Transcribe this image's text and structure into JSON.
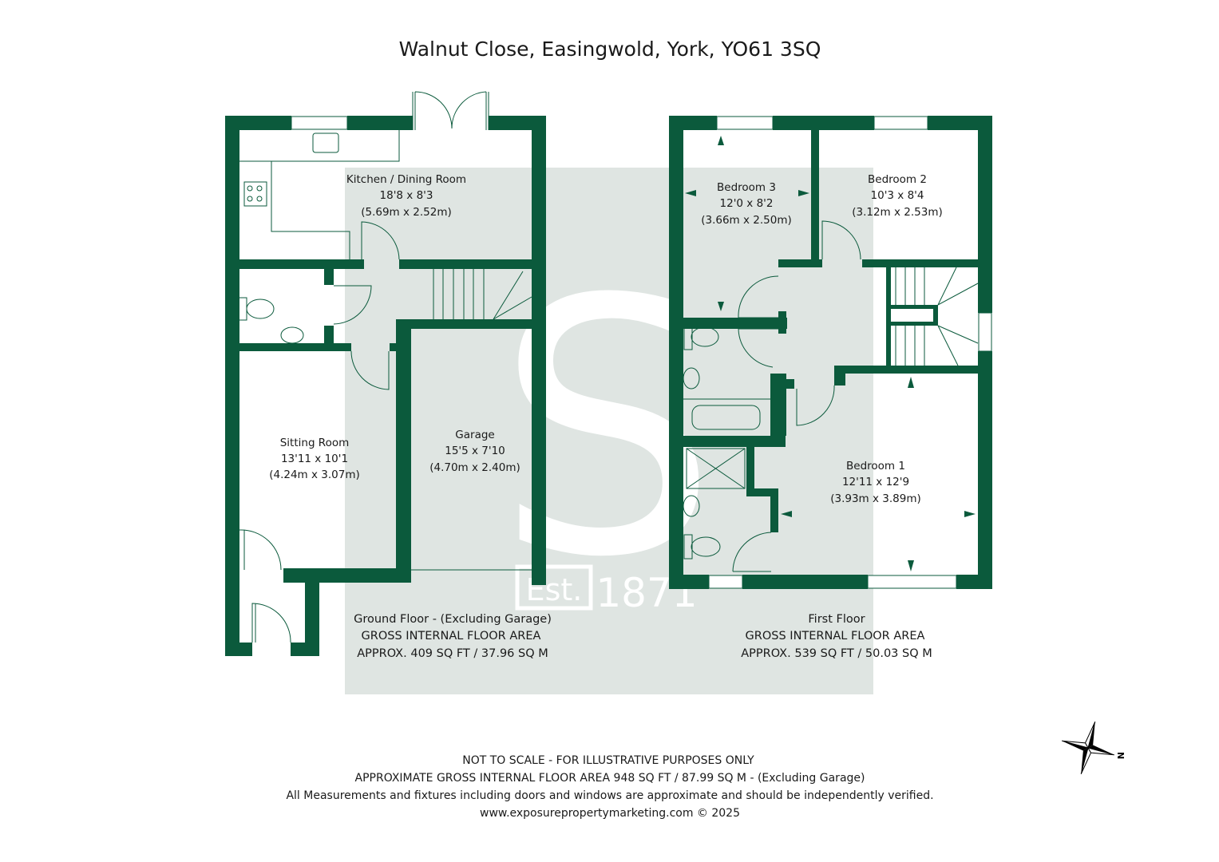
{
  "title": "Walnut Close, Easingwold, York, YO61 3SQ",
  "colors": {
    "wall": "#0b5a3c",
    "watermark": "#dfe5e2"
  },
  "watermark": {
    "letter": "S",
    "est": "Est.",
    "year": "1871"
  },
  "ground_floor": {
    "rooms": [
      {
        "name": "Kitchen / Dining Room",
        "imperial": "18'8 x 8'3",
        "metric": "(5.69m x 2.52m)"
      },
      {
        "name": "Sitting Room",
        "imperial": "13'11 x 10'1",
        "metric": "(4.24m x 3.07m)"
      },
      {
        "name": "Garage",
        "imperial": "15'5 x 7'10",
        "metric": "(4.70m x 2.40m)"
      }
    ],
    "label": "Ground Floor - (Excluding Garage)",
    "gia": "GROSS INTERNAL FLOOR AREA",
    "approx": "APPROX. 409 SQ FT / 37.96 SQ M"
  },
  "first_floor": {
    "rooms": [
      {
        "name": "Bedroom 3",
        "imperial": "12'0 x 8'2",
        "metric": "(3.66m x 2.50m)"
      },
      {
        "name": "Bedroom 2",
        "imperial": "10'3 x 8'4",
        "metric": "(3.12m x 2.53m)"
      },
      {
        "name": "Bedroom 1",
        "imperial": "12'11 x 12'9",
        "metric": "(3.93m x 3.89m)"
      }
    ],
    "label": "First Floor",
    "gia": "GROSS INTERNAL FLOOR AREA",
    "approx": "APPROX. 539 SQ FT / 50.03 SQ M"
  },
  "footer": {
    "line1": "NOT TO SCALE - FOR ILLUSTRATIVE PURPOSES ONLY",
    "line2": "APPROXIMATE GROSS INTERNAL FLOOR AREA 948 SQ FT / 87.99 SQ M - (Excluding Garage)",
    "line3": "All Measurements and fixtures including doors and windows are approximate and should be independently verified.",
    "line4": "www.exposurepropertymarketing.com © 2025"
  },
  "compass": {
    "label": "N"
  }
}
